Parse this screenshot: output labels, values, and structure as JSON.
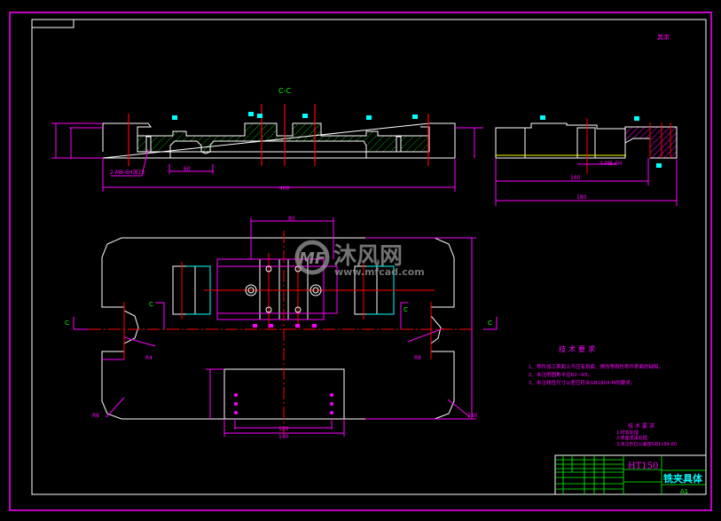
{
  "drawing": {
    "section_label": "C-C",
    "section_marks": [
      "C",
      "C",
      "C",
      "C"
    ],
    "roughness_note": "其余",
    "dimensions": {
      "overall_length": "400",
      "right_view_width": "160",
      "right_view_total": "180",
      "hole_spacing": "120",
      "base_width": "140",
      "top_span": "80",
      "height": "180",
      "depth": "60",
      "hole_note": "2-M8-6H深13",
      "radius_left": "R4",
      "radius_right": "R8",
      "corner_radius": "R8",
      "thread_note": "4-M8-6H"
    }
  },
  "watermark": {
    "brand": "沐风网",
    "url": "www.mfcad.com"
  },
  "tech_requirements": {
    "title": "技术要求",
    "items": [
      "1、零件加工表面上不应有划痕、擦伤等损伤零件表面的缺陷。",
      "2、未注明圆角半径R2~R5。",
      "3、未注线性尺寸公差应符合GB1804-M的要求。"
    ]
  },
  "heat_treatment": {
    "title": "技术要求",
    "items": [
      "1.时效处理",
      "2.表面发黑处理",
      "3.未注形位公差按GB1184-80"
    ]
  },
  "title_block": {
    "material": "HT150",
    "part_name": "铣夹具体",
    "sheet_size": "A1"
  },
  "colors": {
    "background": "#000000",
    "frame": "#ffffff",
    "border": "#ff00ff",
    "dimension": "#ff00ff",
    "centerline": "#ff0000",
    "hatch": "#00ff00",
    "roughness": "#00ffff",
    "title_grid": "#00ff00"
  }
}
